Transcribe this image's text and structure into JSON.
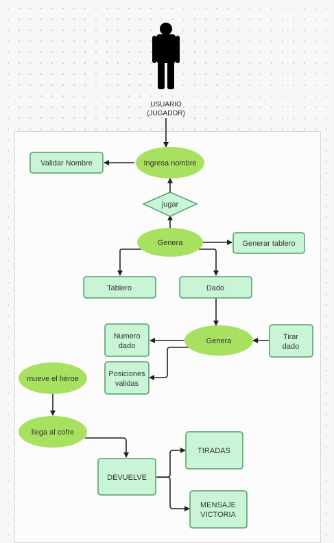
{
  "actor": {
    "label_line1": "USUARIO",
    "label_line2": "(JUGADOR)"
  },
  "nodes": {
    "ingresa_nombre": "Ingresa nombre",
    "validar_nombre": "Validar Nombre",
    "jugar": "jugar",
    "genera_1": "Genera",
    "generar_tablero": "Generar tablero",
    "tablero": "Tablero",
    "dado": "Dado",
    "genera_2": "Genera",
    "numero_dado": [
      "Numero",
      "dado"
    ],
    "tirar_dado": [
      "Tirar",
      "dado"
    ],
    "posiciones_validas": [
      "Posiciones",
      "validas"
    ],
    "mueve_heroe": "mueve el héroe",
    "llega_cofre": "llega al cofre",
    "devuelve": "DEVUELVE",
    "tiradas": "TIRADAS",
    "mensaje_victoria": [
      "MENSAJE",
      "VICTORIA"
    ]
  },
  "colors": {
    "process_fill": "#c9f5d6",
    "process_border": "#4e9f66",
    "action_fill": "#a8e05f",
    "edge": "#222222",
    "actor": "#000000"
  }
}
